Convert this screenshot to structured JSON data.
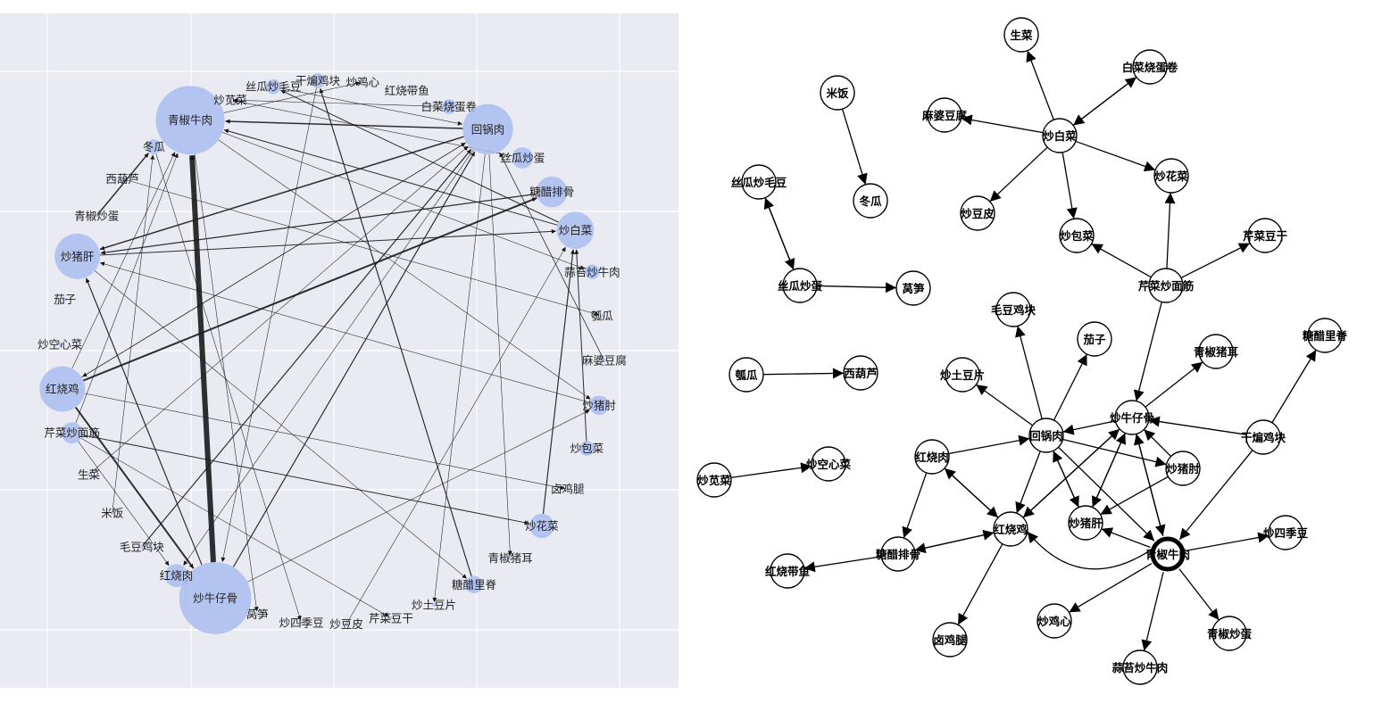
{
  "left_graph": {
    "nodes": [
      {
        "id": "干煸鸡块",
        "w": 0.2
      },
      {
        "id": "炒鸡心",
        "w": 0
      },
      {
        "id": "红烧带鱼",
        "w": 0
      },
      {
        "id": "白菜烧蛋卷",
        "w": 0.2
      },
      {
        "id": "回锅肉",
        "w": 3.5
      },
      {
        "id": "丝瓜炒蛋",
        "w": 0.5
      },
      {
        "id": "糖醋排骨",
        "w": 1.2
      },
      {
        "id": "炒白菜",
        "w": 1.8
      },
      {
        "id": "蒜苔炒牛肉",
        "w": 0.2
      },
      {
        "id": "瓠瓜",
        "w": 0
      },
      {
        "id": "麻婆豆腐",
        "w": 0
      },
      {
        "id": "炒猪肘",
        "w": 0.4
      },
      {
        "id": "炒包菜",
        "w": 0.2
      },
      {
        "id": "卤鸡腿",
        "w": 0
      },
      {
        "id": "炒花菜",
        "w": 0.7
      },
      {
        "id": "青椒猪耳",
        "w": 0
      },
      {
        "id": "糖醋里脊",
        "w": 0.3
      },
      {
        "id": "炒土豆片",
        "w": 0
      },
      {
        "id": "芹菜豆干",
        "w": 0
      },
      {
        "id": "炒豆皮",
        "w": 0
      },
      {
        "id": "炒四季豆",
        "w": 0
      },
      {
        "id": "莴笋",
        "w": 0
      },
      {
        "id": "炒牛仔骨",
        "w": 7.5
      },
      {
        "id": "红烧肉",
        "w": 0.6
      },
      {
        "id": "毛豆鸡块",
        "w": 0
      },
      {
        "id": "米饭",
        "w": 0
      },
      {
        "id": "生菜",
        "w": 0
      },
      {
        "id": "芹菜炒面筋",
        "w": 0.5
      },
      {
        "id": "红烧鸡",
        "w": 2.8
      },
      {
        "id": "炒空心菜",
        "w": 0
      },
      {
        "id": "茄子",
        "w": 0
      },
      {
        "id": "炒猪肝",
        "w": 2.8
      },
      {
        "id": "青椒炒蛋",
        "w": 0
      },
      {
        "id": "西葫芦",
        "w": 0
      },
      {
        "id": "冬瓜",
        "w": 0.2
      },
      {
        "id": "青椒牛肉",
        "w": 6.8
      },
      {
        "id": "炒苋菜",
        "w": 0
      },
      {
        "id": "丝瓜炒毛豆",
        "w": 0.2
      }
    ],
    "edges": [
      [
        "炒牛仔骨",
        "青椒牛肉",
        6
      ],
      [
        "红烧鸡",
        "糖醋排骨",
        2
      ],
      [
        "红烧鸡",
        "炒牛仔骨",
        2
      ],
      [
        "回锅肉",
        "炒猪肝",
        1.5
      ],
      [
        "回锅肉",
        "青椒牛肉",
        1.5
      ],
      [
        "青椒炒蛋",
        "冬瓜",
        1.5
      ],
      [
        "炒牛仔骨",
        "回锅肉",
        1.2
      ],
      [
        "糖醋排骨",
        "炒猪肝",
        1.2
      ],
      [
        "红烧肉",
        "炒牛仔骨",
        1.2
      ],
      [
        "毛豆鸡块",
        "回锅肉",
        1.2
      ],
      [
        "糖醋里脊",
        "干煸鸡块",
        1.2
      ],
      [
        "炒牛仔骨",
        "炒猪肝",
        1.2
      ],
      [
        "炒猪肝",
        "炒白菜",
        1
      ],
      [
        "芹菜炒面筋",
        "炒花菜",
        1
      ],
      [
        "炒白菜",
        "青椒牛肉",
        1
      ],
      [
        "炒白菜",
        "丝瓜炒毛豆",
        1
      ],
      [
        "炒花菜",
        "炒白菜",
        1.2
      ],
      [
        "炒包菜",
        "炒白菜",
        1
      ],
      [
        "麻婆豆腐",
        "回锅肉",
        0.8
      ],
      [
        "丝瓜炒蛋",
        "炒苋菜",
        0.6
      ],
      [
        "白菜烧蛋卷",
        "炒苋菜",
        0.6
      ],
      [
        "红烧鸡",
        "回锅肉",
        0.7
      ],
      [
        "红烧鸡",
        "青椒牛肉",
        0.6
      ],
      [
        "炒猪肘",
        "炒猪肝",
        0.6
      ],
      [
        "回锅肉",
        "炒土豆片",
        0.6
      ],
      [
        "回锅肉",
        "红烧鸡",
        0.6
      ],
      [
        "青椒牛肉",
        "炒猪肘",
        0.5
      ],
      [
        "回锅肉",
        "青椒猪耳",
        0.6
      ],
      [
        "西葫芦",
        "瓠瓜",
        0.5
      ],
      [
        "芹菜炒面筋",
        "青椒牛肉",
        0.5
      ],
      [
        "芹菜炒面筋",
        "红烧肉",
        0.6
      ],
      [
        "芹菜炒面筋",
        "芹菜豆干",
        0.5
      ],
      [
        "青椒牛肉",
        "炒鸡心",
        0.5
      ],
      [
        "青椒牛肉",
        "蒜苔炒牛肉",
        0.5
      ],
      [
        "青椒牛肉",
        "莴笋",
        0.5
      ],
      [
        "回锅肉",
        "红烧肉",
        0.5
      ],
      [
        "干煸鸡块",
        "炒牛仔骨",
        0.5
      ],
      [
        "冬瓜",
        "炒四季豆",
        0.5
      ],
      [
        "生菜",
        "回锅肉",
        0.5
      ],
      [
        "米饭",
        "冬瓜",
        0.5
      ],
      [
        "红烧鸡",
        "卤鸡腿",
        0.5
      ],
      [
        "炒豆皮",
        "炒白菜",
        0.5
      ],
      [
        "炒猪肝",
        "糖醋里脊",
        0.4
      ],
      [
        "炒牛仔骨",
        "炒猪肘",
        0.4
      ],
      [
        "丝瓜炒毛豆",
        "回锅肉",
        0.4
      ]
    ]
  },
  "right_graph": {
    "nodes": [
      {
        "id": "生菜",
        "bold": false
      },
      {
        "id": "白菜烧蛋卷",
        "bold": false
      },
      {
        "id": "米饭",
        "bold": false
      },
      {
        "id": "麻婆豆腐",
        "bold": false
      },
      {
        "id": "炒白菜",
        "bold": false
      },
      {
        "id": "丝瓜炒毛豆",
        "bold": false
      },
      {
        "id": "冬瓜",
        "bold": false
      },
      {
        "id": "炒花菜",
        "bold": false
      },
      {
        "id": "炒豆皮",
        "bold": false
      },
      {
        "id": "炒包菜",
        "bold": false
      },
      {
        "id": "芹菜豆干",
        "bold": false
      },
      {
        "id": "丝瓜炒蛋",
        "bold": false
      },
      {
        "id": "莴笋",
        "bold": false
      },
      {
        "id": "芹菜炒面筋",
        "bold": false
      },
      {
        "id": "毛豆鸡块",
        "bold": false
      },
      {
        "id": "茄子",
        "bold": false
      },
      {
        "id": "糖醋里脊",
        "bold": false
      },
      {
        "id": "青椒猪耳",
        "bold": false
      },
      {
        "id": "瓠瓜",
        "bold": false
      },
      {
        "id": "西葫芦",
        "bold": false
      },
      {
        "id": "炒土豆片",
        "bold": false
      },
      {
        "id": "炒牛仔骨",
        "bold": false
      },
      {
        "id": "回锅肉",
        "bold": false
      },
      {
        "id": "干煸鸡块",
        "bold": false
      },
      {
        "id": "红烧肉",
        "bold": false
      },
      {
        "id": "炒猪肘",
        "bold": false
      },
      {
        "id": "炒苋菜",
        "bold": false
      },
      {
        "id": "炒空心菜",
        "bold": false
      },
      {
        "id": "红烧鸡",
        "bold": false
      },
      {
        "id": "炒猪肝",
        "bold": false
      },
      {
        "id": "炒四季豆",
        "bold": false
      },
      {
        "id": "糖醋排骨",
        "bold": false
      },
      {
        "id": "青椒牛肉",
        "bold": true
      },
      {
        "id": "红烧带鱼",
        "bold": false
      },
      {
        "id": "炒鸡心",
        "bold": false
      },
      {
        "id": "青椒炒蛋",
        "bold": false
      },
      {
        "id": "卤鸡腿",
        "bold": false
      },
      {
        "id": "蒜苔炒牛肉",
        "bold": false
      }
    ],
    "edges": [
      [
        "米饭",
        "冬瓜"
      ],
      [
        "丝瓜炒毛豆",
        "丝瓜炒蛋"
      ],
      [
        "丝瓜炒蛋",
        "丝瓜炒毛豆"
      ],
      [
        "丝瓜炒蛋",
        "莴笋"
      ],
      [
        "瓠瓜",
        "西葫芦"
      ],
      [
        "炒苋菜",
        "炒空心菜"
      ],
      [
        "炒白菜",
        "生菜"
      ],
      [
        "炒白菜",
        "白菜烧蛋卷"
      ],
      [
        "白菜烧蛋卷",
        "炒白菜"
      ],
      [
        "炒白菜",
        "麻婆豆腐"
      ],
      [
        "炒白菜",
        "炒花菜"
      ],
      [
        "炒白菜",
        "炒豆皮"
      ],
      [
        "炒白菜",
        "炒包菜"
      ],
      [
        "芹菜炒面筋",
        "炒包菜"
      ],
      [
        "芹菜炒面筋",
        "炒花菜"
      ],
      [
        "芹菜炒面筋",
        "芹菜豆干"
      ],
      [
        "芹菜炒面筋",
        "炒牛仔骨"
      ],
      [
        "回锅肉",
        "毛豆鸡块"
      ],
      [
        "回锅肉",
        "茄子"
      ],
      [
        "回锅肉",
        "炒土豆片"
      ],
      [
        "回锅肉",
        "炒猪肘"
      ],
      [
        "回锅肉",
        "炒猪肝"
      ],
      [
        "回锅肉",
        "红烧鸡"
      ],
      [
        "回锅肉",
        "青椒牛肉"
      ],
      [
        "炒牛仔骨",
        "回锅肉"
      ],
      [
        "炒牛仔骨",
        "青椒猪耳"
      ],
      [
        "炒牛仔骨",
        "红烧鸡"
      ],
      [
        "炒牛仔骨",
        "炒猪肝"
      ],
      [
        "炒牛仔骨",
        "青椒牛肉"
      ],
      [
        "青椒牛肉",
        "炒牛仔骨"
      ],
      [
        "干煸鸡块",
        "糖醋里脊"
      ],
      [
        "干煸鸡块",
        "炒牛仔骨"
      ],
      [
        "干煸鸡块",
        "青椒牛肉"
      ],
      [
        "红烧肉",
        "回锅肉"
      ],
      [
        "红烧肉",
        "红烧鸡"
      ],
      [
        "红烧鸡",
        "红烧肉"
      ],
      [
        "红烧肉",
        "糖醋排骨"
      ],
      [
        "红烧鸡",
        "糖醋排骨"
      ],
      [
        "红烧鸡",
        "卤鸡腿"
      ],
      [
        "红烧鸡",
        "炒牛仔骨"
      ],
      [
        "炒猪肘",
        "炒牛仔骨"
      ],
      [
        "炒猪肘",
        "炒猪肝"
      ],
      [
        "炒猪肝",
        "回锅肉"
      ],
      [
        "炒猪肝",
        "炒牛仔骨"
      ],
      [
        "糖醋排骨",
        "红烧鸡"
      ],
      [
        "糖醋排骨",
        "红烧带鱼"
      ],
      [
        "青椒牛肉",
        "炒猪肝"
      ],
      [
        "青椒牛肉",
        "炒四季豆"
      ],
      [
        "青椒牛肉",
        "炒鸡心"
      ],
      [
        "青椒牛肉",
        "青椒炒蛋"
      ],
      [
        "青椒牛肉",
        "蒜苔炒牛肉"
      ],
      [
        "青椒牛肉",
        "红烧鸡"
      ]
    ]
  }
}
